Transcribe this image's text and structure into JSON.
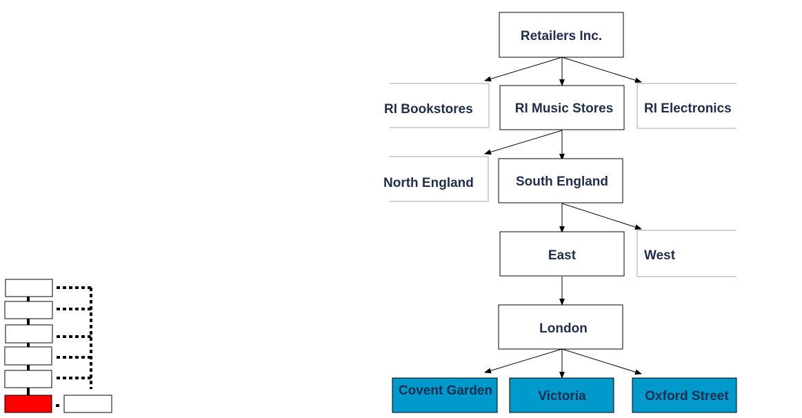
{
  "diagram": {
    "root": {
      "label": "Retailers Inc."
    },
    "level1": {
      "left": {
        "label": "RI Bookstores"
      },
      "center": {
        "label": "RI Music Stores"
      },
      "right": {
        "label": "RI Electronics"
      }
    },
    "level2": {
      "left": {
        "label": "North England"
      },
      "center": {
        "label": "South England"
      }
    },
    "level3": {
      "center": {
        "label": "East"
      },
      "right": {
        "label": "West"
      }
    },
    "level4": {
      "center": {
        "label": "London"
      }
    },
    "leaves": [
      {
        "label": "Covent Garden"
      },
      {
        "label": "Victoria"
      },
      {
        "label": "Oxford Street"
      }
    ]
  },
  "colors": {
    "border": "#000000",
    "faint_border": "#a6a6a6",
    "text": "#1f2d4f",
    "leaf_fill": "#0099cc",
    "highlight": "#ff0000"
  },
  "mini_map": {
    "level_count": 6,
    "highlighted_level": 6
  }
}
